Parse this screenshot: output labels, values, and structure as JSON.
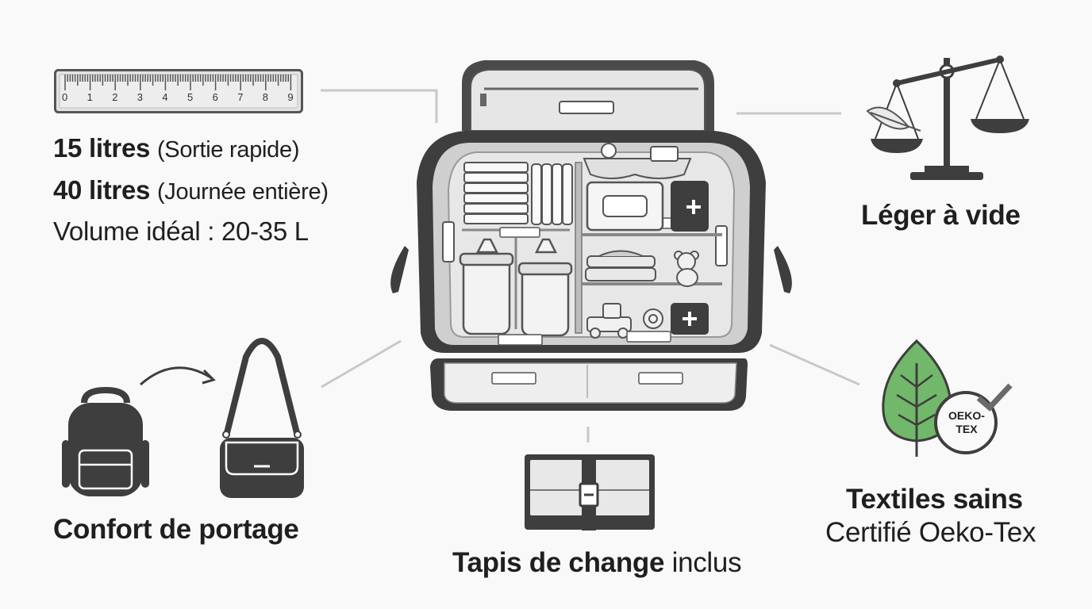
{
  "ruler": {
    "ticks": [
      "0",
      "1",
      "2",
      "3",
      "4",
      "5",
      "6",
      "7",
      "8",
      "9"
    ]
  },
  "volume": {
    "line1_bold": "15 litres",
    "line1_note": "(Sortie rapide)",
    "line2_bold": "40 litres",
    "line2_note": "(Journée entière)",
    "line3": "Volume idéal : 20-35 L"
  },
  "weight": {
    "label": "Léger à vide"
  },
  "carry": {
    "label": "Confort de portage"
  },
  "mat": {
    "label_bold": "Tapis de change",
    "label_rest": "inclus"
  },
  "textiles": {
    "title": "Textiles sains",
    "subtitle": "Certifié Oeko-Tex",
    "badge_line1": "OEKO-",
    "badge_line2": "TEX"
  },
  "colors": {
    "leaf_green": "#72b86a",
    "dark_gray": "#3f3f3f",
    "light_gray": "#d9d9d9"
  }
}
